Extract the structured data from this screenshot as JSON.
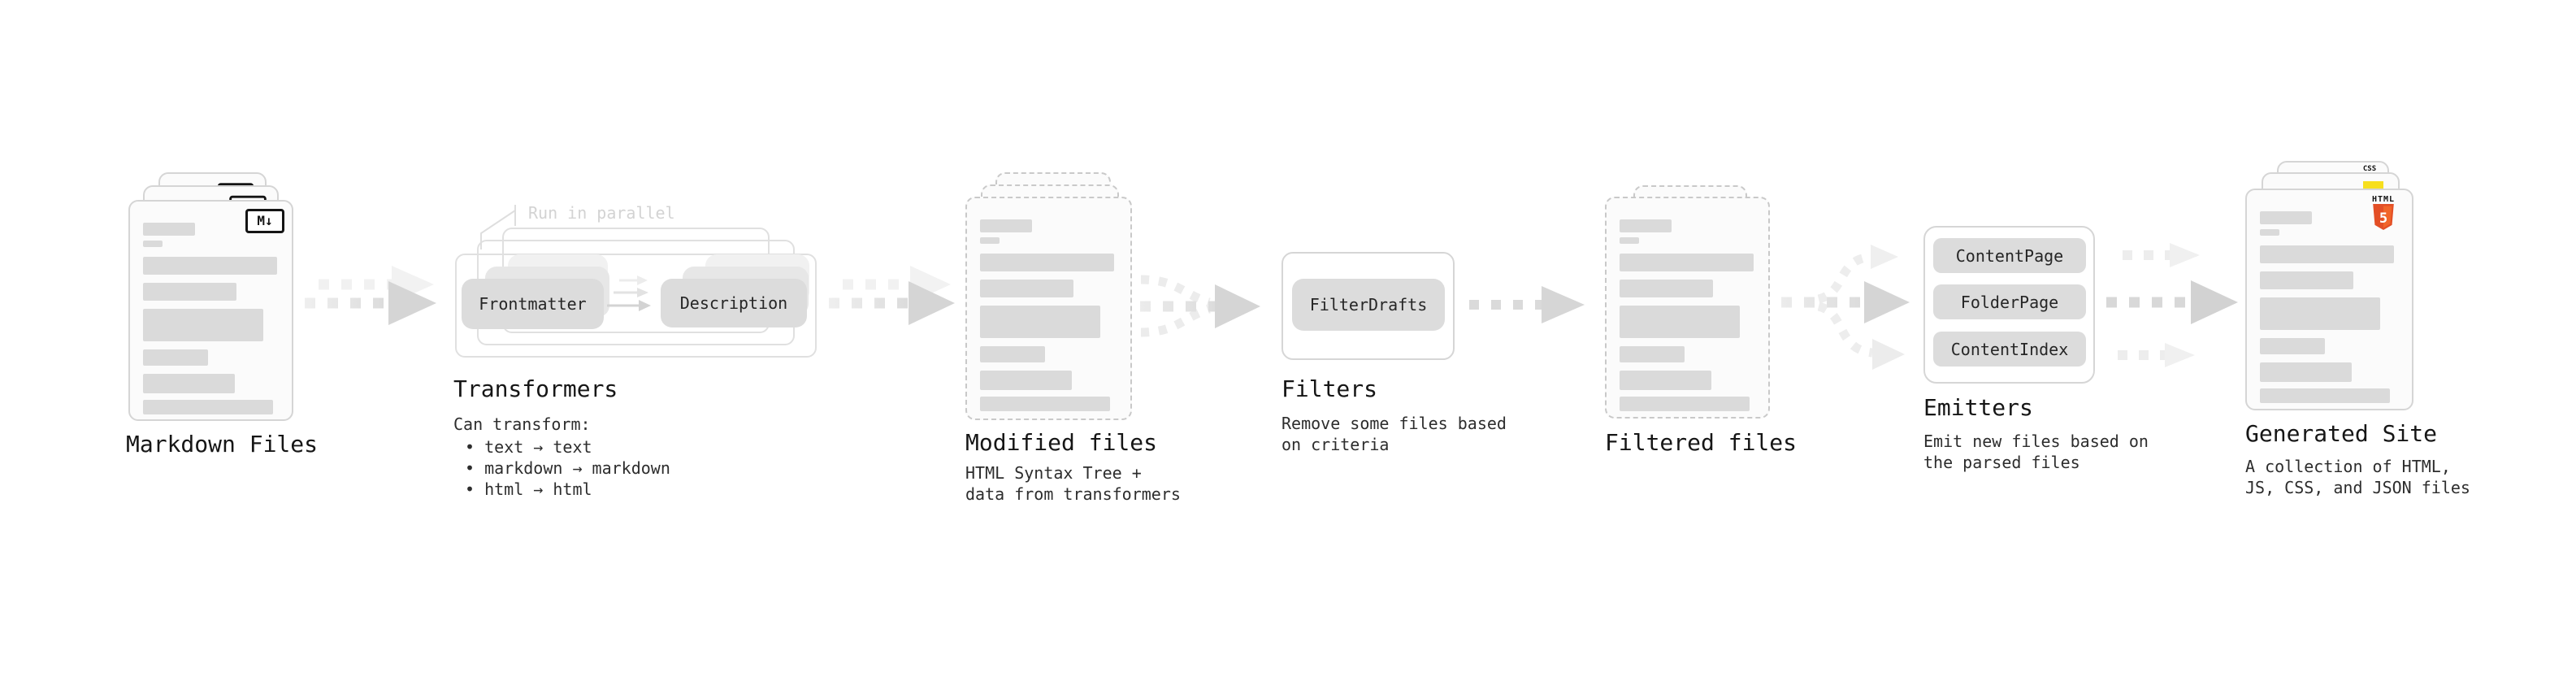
{
  "colors": {
    "html5_orange": "#e34f26",
    "html5_orange_light": "#f16529",
    "js_yellow": "#f7df1e",
    "css_blue": "#2b6bf3",
    "badge_black": "#141414"
  },
  "icons": {
    "markdown_badge": "M↓",
    "html_label": "HTML",
    "html_number": "5",
    "css_label": "CSS"
  },
  "stages": {
    "markdown": {
      "title": "Markdown Files"
    },
    "transformers": {
      "title": "Transformers",
      "annotation": "Run in parallel",
      "buttons": {
        "frontmatter": "Frontmatter",
        "description": "Description"
      },
      "subtitle": "Can transform:",
      "bullets": [
        "• text → text",
        "• markdown → markdown",
        "• html → html"
      ]
    },
    "modified": {
      "title": "Modified files",
      "subtitle_lines": [
        "HTML Syntax Tree +",
        "data from transformers"
      ]
    },
    "filters": {
      "title": "Filters",
      "button": "FilterDrafts",
      "subtitle_lines": [
        "Remove some files based",
        "on criteria"
      ]
    },
    "filtered": {
      "title": "Filtered files"
    },
    "emitters": {
      "title": "Emitters",
      "buttons": [
        "ContentPage",
        "FolderPage",
        "ContentIndex"
      ],
      "subtitle_lines": [
        "Emit new files based on",
        "the parsed files"
      ]
    },
    "generated": {
      "title": "Generated Site",
      "subtitle_lines": [
        "A collection of HTML,",
        "JS, CSS, and JSON files"
      ]
    }
  }
}
